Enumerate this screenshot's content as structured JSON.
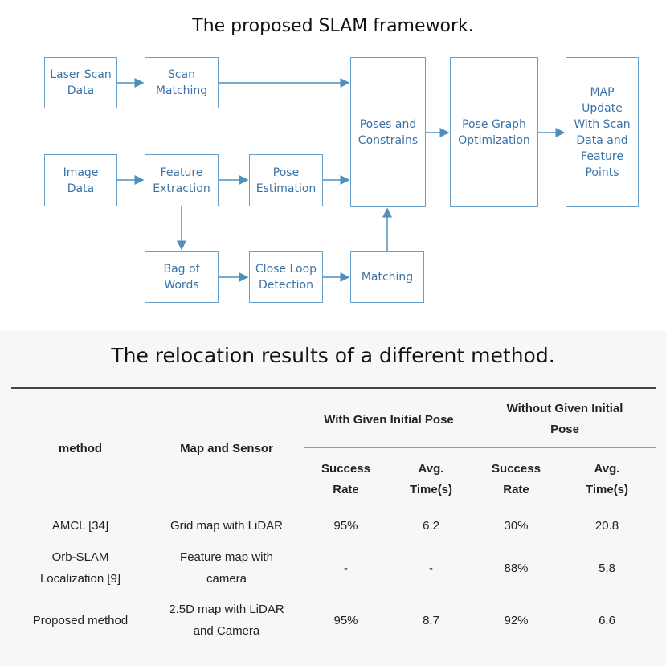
{
  "diagram": {
    "title": "The proposed SLAM framework.",
    "nodes": {
      "laser": "Laser Scan\nData",
      "scan_matching": "Scan\nMatching",
      "image": "Image\nData",
      "feature": "Feature\nExtraction",
      "pose_est": "Pose\nEstimation",
      "bag": "Bag of\nWords",
      "close_loop": "Close Loop\nDetection",
      "matching": "Matching",
      "poses": "Poses and\nConstrains",
      "pgo": "Pose Graph\nOptimization",
      "map": "MAP\nUpdate\nWith Scan\nData and\nFeature\nPoints"
    },
    "colors": {
      "box_border": "#6aa0c7",
      "text": "#3a73a8",
      "arrow": "#4f8fbe"
    }
  },
  "table": {
    "title": "The relocation results of a different method.",
    "headers": {
      "method": "method",
      "map_sensor": "Map and Sensor",
      "with_given": "With Given Initial Pose",
      "without_given": "Without Given Initial Pose",
      "success_rate": "Success Rate",
      "avg_time": "Avg. Time(s)"
    },
    "rows": [
      {
        "method": "AMCL [34]",
        "map": "Grid map with LiDAR",
        "w_sr": "95%",
        "w_t": "6.2",
        "wo_sr": "30%",
        "wo_t": "20.8"
      },
      {
        "method": "Orb-SLAM Localization [9]",
        "map": "Feature map with camera",
        "w_sr": "-",
        "w_t": "-",
        "wo_sr": "88%",
        "wo_t": "5.8"
      },
      {
        "method": "Proposed method",
        "map": "2.5D map with LiDAR and Camera",
        "w_sr": "95%",
        "w_t": "8.7",
        "wo_sr": "92%",
        "wo_t": "6.6"
      }
    ]
  }
}
